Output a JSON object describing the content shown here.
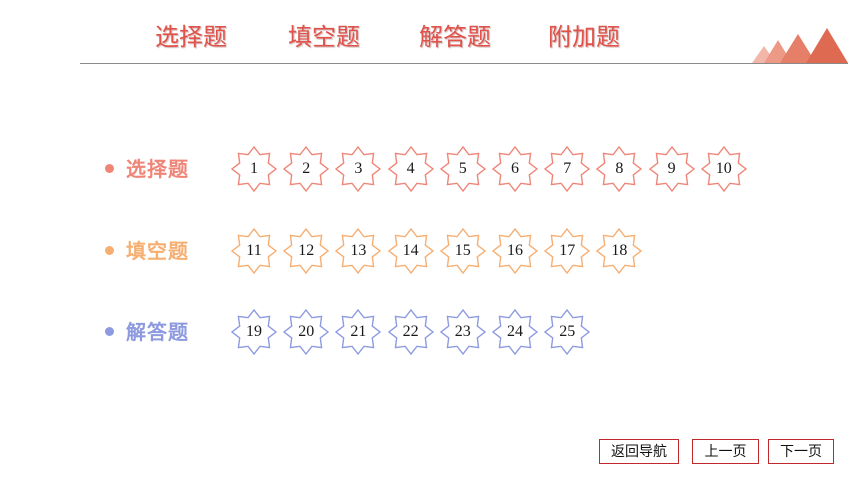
{
  "header": {
    "tabs": [
      {
        "label": "选择题"
      },
      {
        "label": "填空题"
      },
      {
        "label": "解答题"
      },
      {
        "label": "附加题"
      }
    ]
  },
  "sections": [
    {
      "label": "选择题",
      "color": "#ef8577",
      "items": [
        "1",
        "2",
        "3",
        "4",
        "5",
        "6",
        "7",
        "8",
        "9",
        "10"
      ]
    },
    {
      "label": "填空题",
      "color": "#f6ae71",
      "items": [
        "11",
        "12",
        "13",
        "14",
        "15",
        "16",
        "17",
        "18"
      ]
    },
    {
      "label": "解答题",
      "color": "#8d9ae0",
      "items": [
        "19",
        "20",
        "21",
        "22",
        "23",
        "24",
        "25"
      ]
    }
  ],
  "nav": {
    "back": "返回导航",
    "prev": "上一页",
    "next": "下一页"
  },
  "colors": {
    "accent": "#e0524a",
    "nav_border": "#c0282b"
  }
}
